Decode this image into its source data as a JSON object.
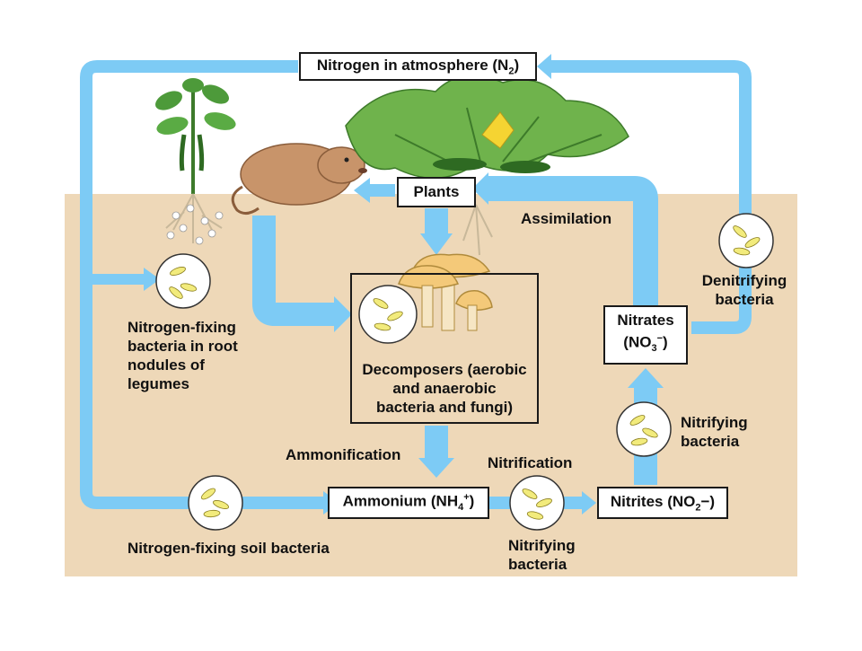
{
  "colors": {
    "soil": "#eed8b8",
    "arrow": "#7dcbf5",
    "bacteria": "#f2eb7c"
  },
  "boxes": {
    "atmosphere": {
      "main": "Nitrogen in atmosphere (N",
      "sub": "2",
      "end": ")"
    },
    "plants": "Plants",
    "decomposers": [
      "Decomposers (aerobic",
      "and anaerobic",
      "bacteria and fungi)"
    ],
    "ammonium": {
      "main": "Ammonium (NH",
      "sub": "4",
      "sup": "+",
      "end": ")"
    },
    "nitrites": {
      "main": "Nitrites (NO",
      "sub": "2",
      "end": "−)"
    },
    "nitrates": {
      "line1": "Nitrates",
      "main": "(NO",
      "sub": "3",
      "sup": "−",
      "end": ")"
    }
  },
  "labels": {
    "assimilation": "Assimilation",
    "denitrifying": [
      "Denitrifying",
      "bacteria"
    ],
    "nitrogen_fixing_root": [
      "Nitrogen-fixing",
      "bacteria in root",
      "nodules of",
      "legumes"
    ],
    "ammonification": "Ammonification",
    "nitrification": "Nitrification",
    "nitrifying_right": [
      "Nitrifying",
      "bacteria"
    ],
    "nitrifying_bottom": [
      "Nitrifying",
      "bacteria"
    ],
    "nitrogen_fixing_soil": "Nitrogen-fixing soil bacteria"
  }
}
